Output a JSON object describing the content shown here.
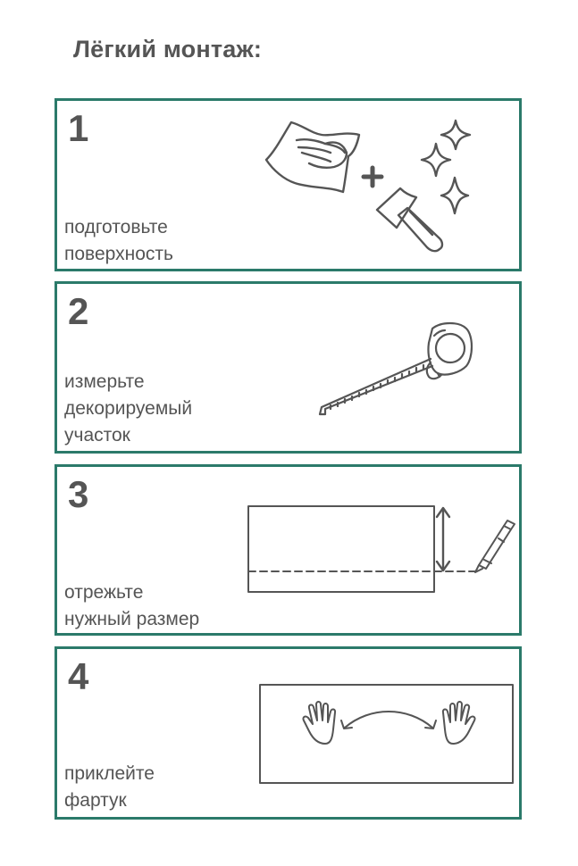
{
  "title": "Лёгкий монтаж:",
  "colors": {
    "accent": "#2b7a6a",
    "text": "#555555",
    "lines": "#555555"
  },
  "steps": [
    {
      "number": "1",
      "lines": [
        "подготовьте",
        "поверхность"
      ],
      "icons": [
        "cloth-icon",
        "plus-icon",
        "spatula-icon",
        "sparkle-icon"
      ]
    },
    {
      "number": "2",
      "lines": [
        "измерьте",
        "декорируемый",
        "участок"
      ],
      "icons": [
        "tape-measure-icon"
      ]
    },
    {
      "number": "3",
      "lines": [
        "отрежьте",
        "нужный размер"
      ],
      "icons": [
        "panel-icon",
        "cut-line-icon",
        "arrow-icon",
        "utility-knife-icon"
      ]
    },
    {
      "number": "4",
      "lines": [
        "приклейте",
        "фартук"
      ],
      "icons": [
        "panel-icon",
        "hand-icon",
        "arrow-icon"
      ]
    }
  ]
}
